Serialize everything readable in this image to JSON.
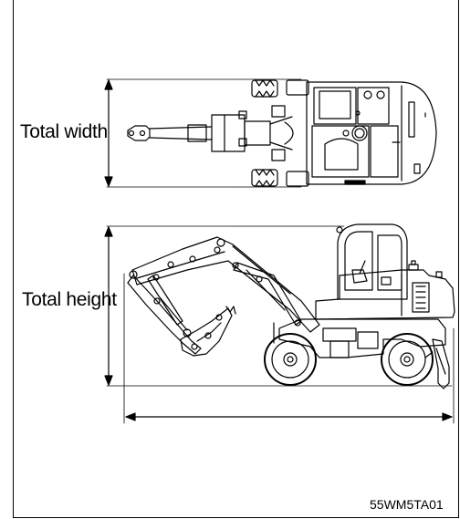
{
  "labels": {
    "total_width": "Total width",
    "total_height": "Total height",
    "figure_code": "55WM5TA01"
  }
}
